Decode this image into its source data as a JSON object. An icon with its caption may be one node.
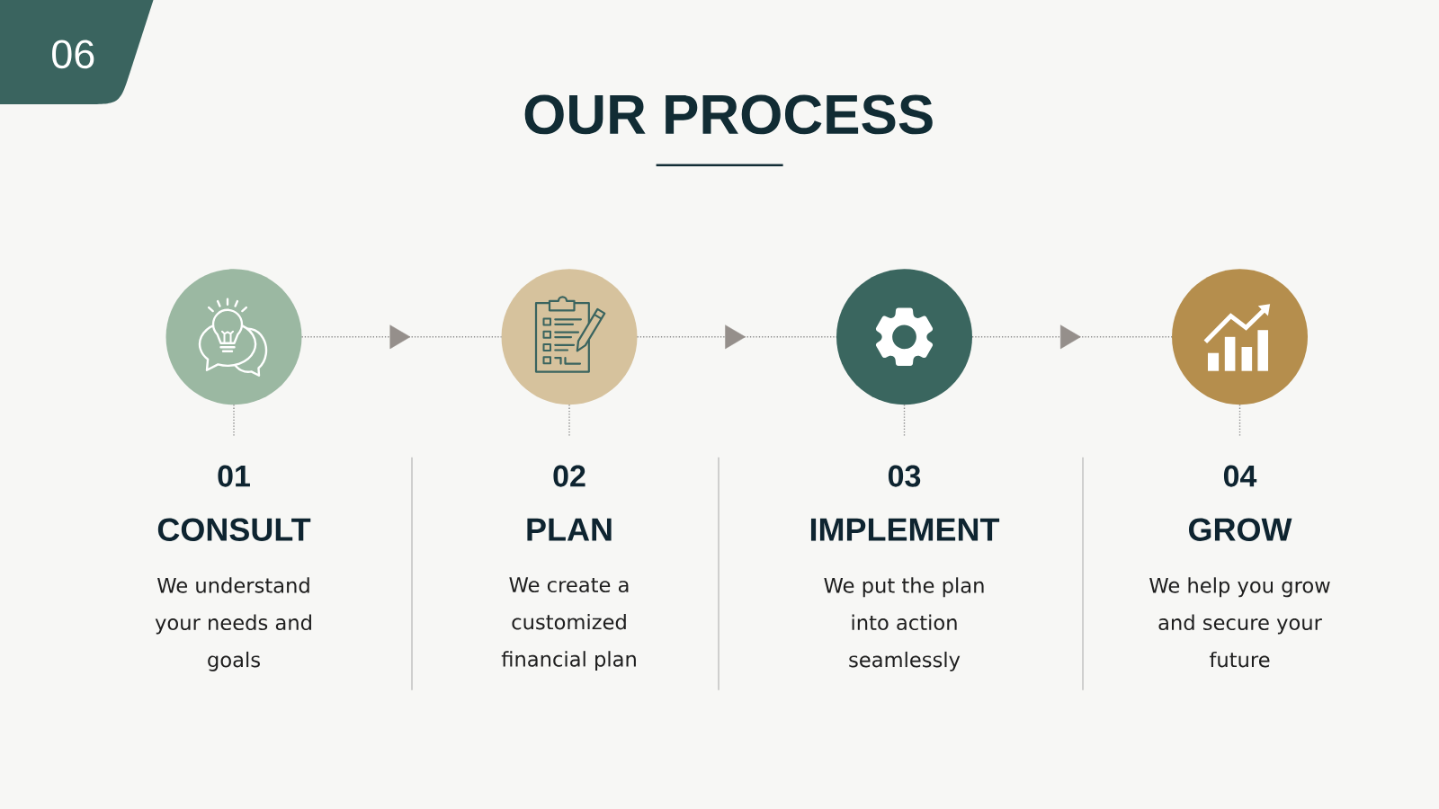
{
  "diagram": {
    "title": "OUR PROCESS",
    "nodes": [
      {
        "text": [
          "06"
        ]
      },
      {
        "text": [],
        "shape": "circle"
      },
      {
        "text": [],
        "shape": "circle"
      },
      {
        "text": [],
        "shape": "circle"
      },
      {
        "text": [],
        "shape": "circle"
      },
      {
        "text": [
          "01",
          "CONSULT",
          "We understand your needs and goals"
        ]
      },
      {
        "text": [
          "02",
          "PLAN",
          "We create a customized financial plan"
        ]
      },
      {
        "text": [
          "03",
          "IMPLEMENT",
          "We put the plan into action seamlessly"
        ]
      },
      {
        "text": [
          "04",
          "GROW",
          "We help you grow and secure your future"
        ]
      }
    ],
    "edges": [
      {
        "from": 1,
        "to": 2,
        "arrow": "to"
      },
      {
        "from": 2,
        "to": 3,
        "arrow": "to"
      },
      {
        "from": 3,
        "to": 4,
        "arrow": "to"
      },
      {
        "from": 1,
        "to": 5,
        "arrow": "none"
      },
      {
        "from": 2,
        "to": 6,
        "arrow": "none"
      },
      {
        "from": 3,
        "to": 7,
        "arrow": "none"
      },
      {
        "from": 4,
        "to": 8,
        "arrow": "none"
      }
    ]
  }
}
